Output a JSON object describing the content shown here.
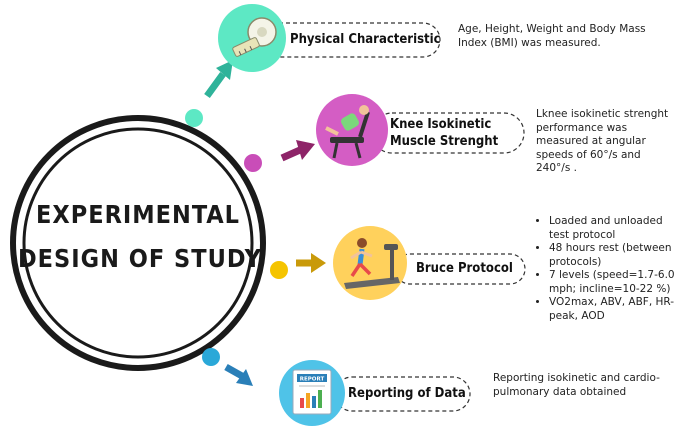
{
  "title": {
    "line1": "EXPERIMENTAL",
    "line2": "DESIGN OF STUDY"
  },
  "steps": [
    {
      "title": "Physical Characteristic",
      "description": "Age, Height, Weight and Body Mass Index (BMI) was measured.",
      "icon": "measuring-tape-icon",
      "color": "#5de8c4",
      "dot_color": "#5de8c4",
      "arrow_color": "#2fb39a"
    },
    {
      "title_line1": "Knee Isokinetic",
      "title_line2": "Muscle Strenght",
      "description": "Lknee isokinetic strenght performance was measured at angular speeds of 60°/s and 240°/s .",
      "icon": "isokinetic-chair-icon",
      "color": "#d45dc4",
      "dot_color": "#c94db8",
      "arrow_color": "#8e2468"
    },
    {
      "title": "Bruce Protocol",
      "bullets": [
        "Loaded and unloaded test protocol",
        "48 hours rest (between protocols)",
        "7 levels (speed=1.7-6.0 mph; incline=10-22 %)",
        "VO2max, ABV, ABF, HR-peak, AOD"
      ],
      "icon": "treadmill-runner-icon",
      "color": "#ffd15c",
      "dot_color": "#f5c400",
      "arrow_color": "#c99a0a"
    },
    {
      "title": "Reporting of Data",
      "description": "Reporting isokinetic and cardio-pulmonary data obtained",
      "icon": "report-document-icon",
      "icon_label": "REPORT",
      "color": "#4fc3e8",
      "dot_color": "#2aa8d8",
      "arrow_color": "#2a7fb8"
    }
  ]
}
